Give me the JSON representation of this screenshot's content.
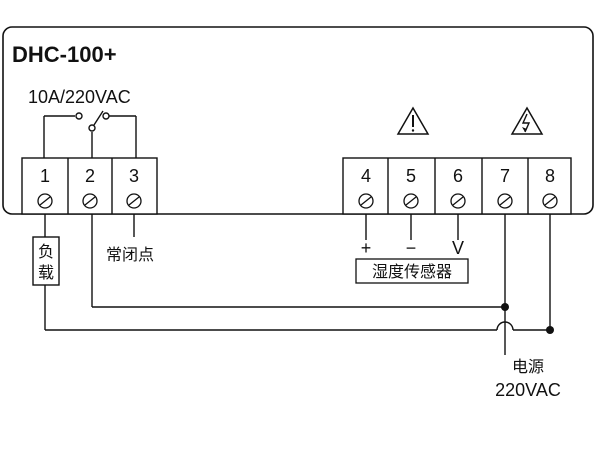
{
  "device": {
    "model": "DHC-100+"
  },
  "relay": {
    "rating": "10A/220VAC",
    "nc_label": "常闭点"
  },
  "load": {
    "label_line1": "负",
    "label_line2": "载"
  },
  "terminals": [
    {
      "number": "1"
    },
    {
      "number": "2"
    },
    {
      "number": "3"
    },
    {
      "number": "4"
    },
    {
      "number": "5"
    },
    {
      "number": "6"
    },
    {
      "number": "7"
    },
    {
      "number": "8"
    }
  ],
  "sensor": {
    "label": "湿度传感器",
    "pins": [
      "+",
      "−",
      "V"
    ]
  },
  "warning_icons": [
    "warning-exclamation-icon",
    "warning-lightning-icon"
  ],
  "power": {
    "label": "电源",
    "voltage": "220VAC"
  }
}
